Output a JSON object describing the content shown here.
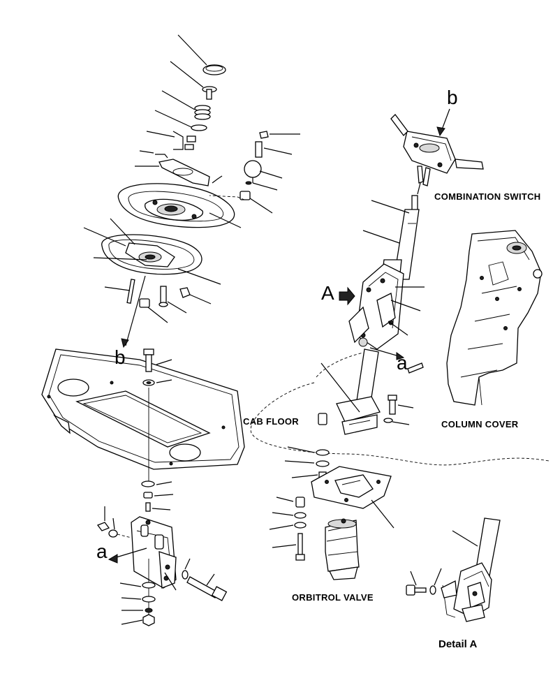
{
  "labels": {
    "combination_switch": "COMBINATION SWITCH",
    "column_cover": "COLUMN COVER",
    "cab_floor": "CAB FLOOR",
    "orbitrol_valve": "ORBITROL VALVE",
    "detail_a": "Detail A",
    "view_a": "A",
    "ref_b_top": "b",
    "ref_b_left": "b",
    "ref_a_left": "a",
    "ref_a_column": "a"
  },
  "colors": {
    "ink": "#000000",
    "background": "#ffffff",
    "shade": "#d8d8d8"
  }
}
